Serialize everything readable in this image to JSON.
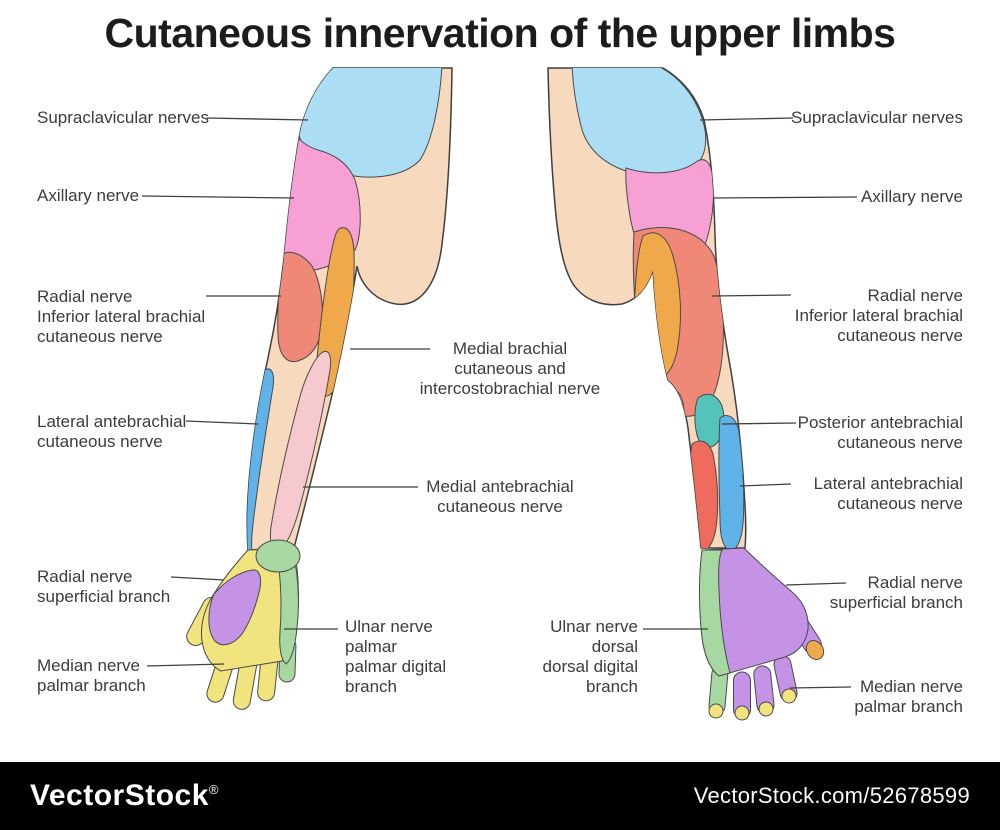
{
  "title": "Cutaneous innervation of the upper limbs",
  "palette": {
    "skin": "#F7DABE",
    "supraclavicular": "#ABDEF5",
    "axillary": "#F6A0D4",
    "radial_inferior": "#F08878",
    "medial_brachial": "#EFA94A",
    "medial_antebrachial": "#F6C9CF",
    "lateral_antebrachial": "#5FB3E8",
    "posterior_antebrachial": "#56C3BB",
    "forearm_red": "#EF6B5E",
    "ulnar_green": "#A8D8A2",
    "median_yellow": "#F1E37E",
    "radial_superficial": "#C493E6",
    "outline": "#4a4a4a",
    "background": "#ffffff",
    "footer_bg": "#000000",
    "label_text": "#3c3c3c"
  },
  "labels": {
    "left": [
      {
        "text": "Supraclavicular nerves"
      },
      {
        "text": "Axillary nerve"
      },
      {
        "text": "Radial nerve\nInferior lateral brachial\ncutaneous nerve"
      },
      {
        "text": "Lateral antebrachial\ncutaneous nerve"
      },
      {
        "text": "Radial nerve\nsuperficial branch"
      },
      {
        "text": "Median nerve\npalmar branch"
      }
    ],
    "center": [
      {
        "text": "Medial brachial\ncutaneous and\nintercostobrachial nerve"
      },
      {
        "text": "Medial antebrachial\ncutaneous nerve"
      },
      {
        "text": "Ulnar nerve\npalmar\npalmar digital\nbranch"
      },
      {
        "text": "Ulnar nerve\ndorsal\ndorsal digital\nbranch"
      }
    ],
    "right": [
      {
        "text": "Supraclavicular nerves"
      },
      {
        "text": "Axillary nerve"
      },
      {
        "text": "Radial nerve\nInferior lateral brachial\ncutaneous nerve"
      },
      {
        "text": "Posterior antebrachial\ncutaneous nerve"
      },
      {
        "text": "Lateral antebrachial\ncutaneous nerve"
      },
      {
        "text": "Radial nerve\nsuperficial branch"
      },
      {
        "text": "Median nerve\npalmar branch"
      }
    ]
  },
  "footer": {
    "brand": "VectorStock",
    "reg": "®",
    "credit": "VectorStock.com/52678599"
  }
}
